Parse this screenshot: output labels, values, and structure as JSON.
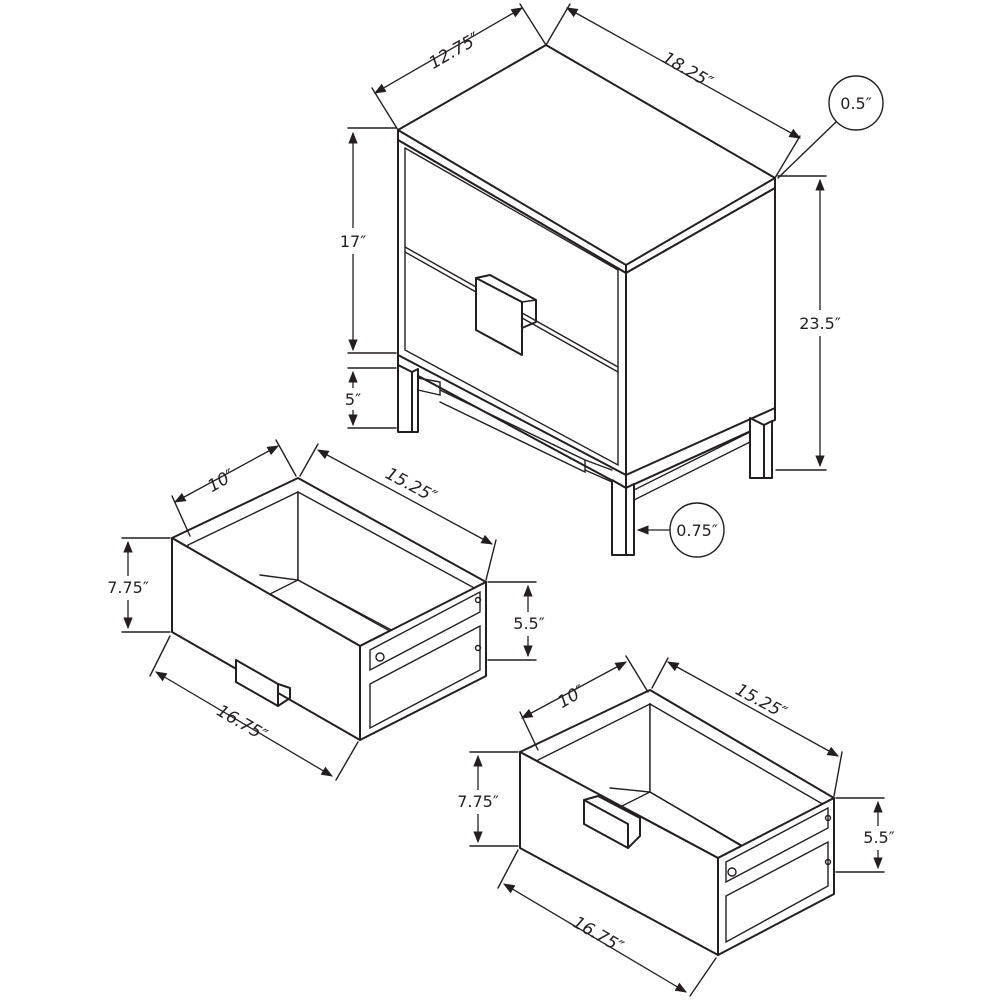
{
  "cabinet": {
    "depth": "12.75″",
    "width": "18.25″",
    "top_thickness": "0.5″",
    "drawer_area_height": "17″",
    "overall_height": "23.5″",
    "leg_height": "5″",
    "leg_width": "0.75″"
  },
  "drawer_left": {
    "depth": "10″",
    "interior_length": "15.25″",
    "front_height": "7.75″",
    "box_height": "5.5″",
    "front_width": "16.75″"
  },
  "drawer_right": {
    "depth": "10″",
    "interior_length": "15.25″",
    "front_height": "7.75″",
    "box_height": "5.5″",
    "front_width": "16.75″"
  }
}
